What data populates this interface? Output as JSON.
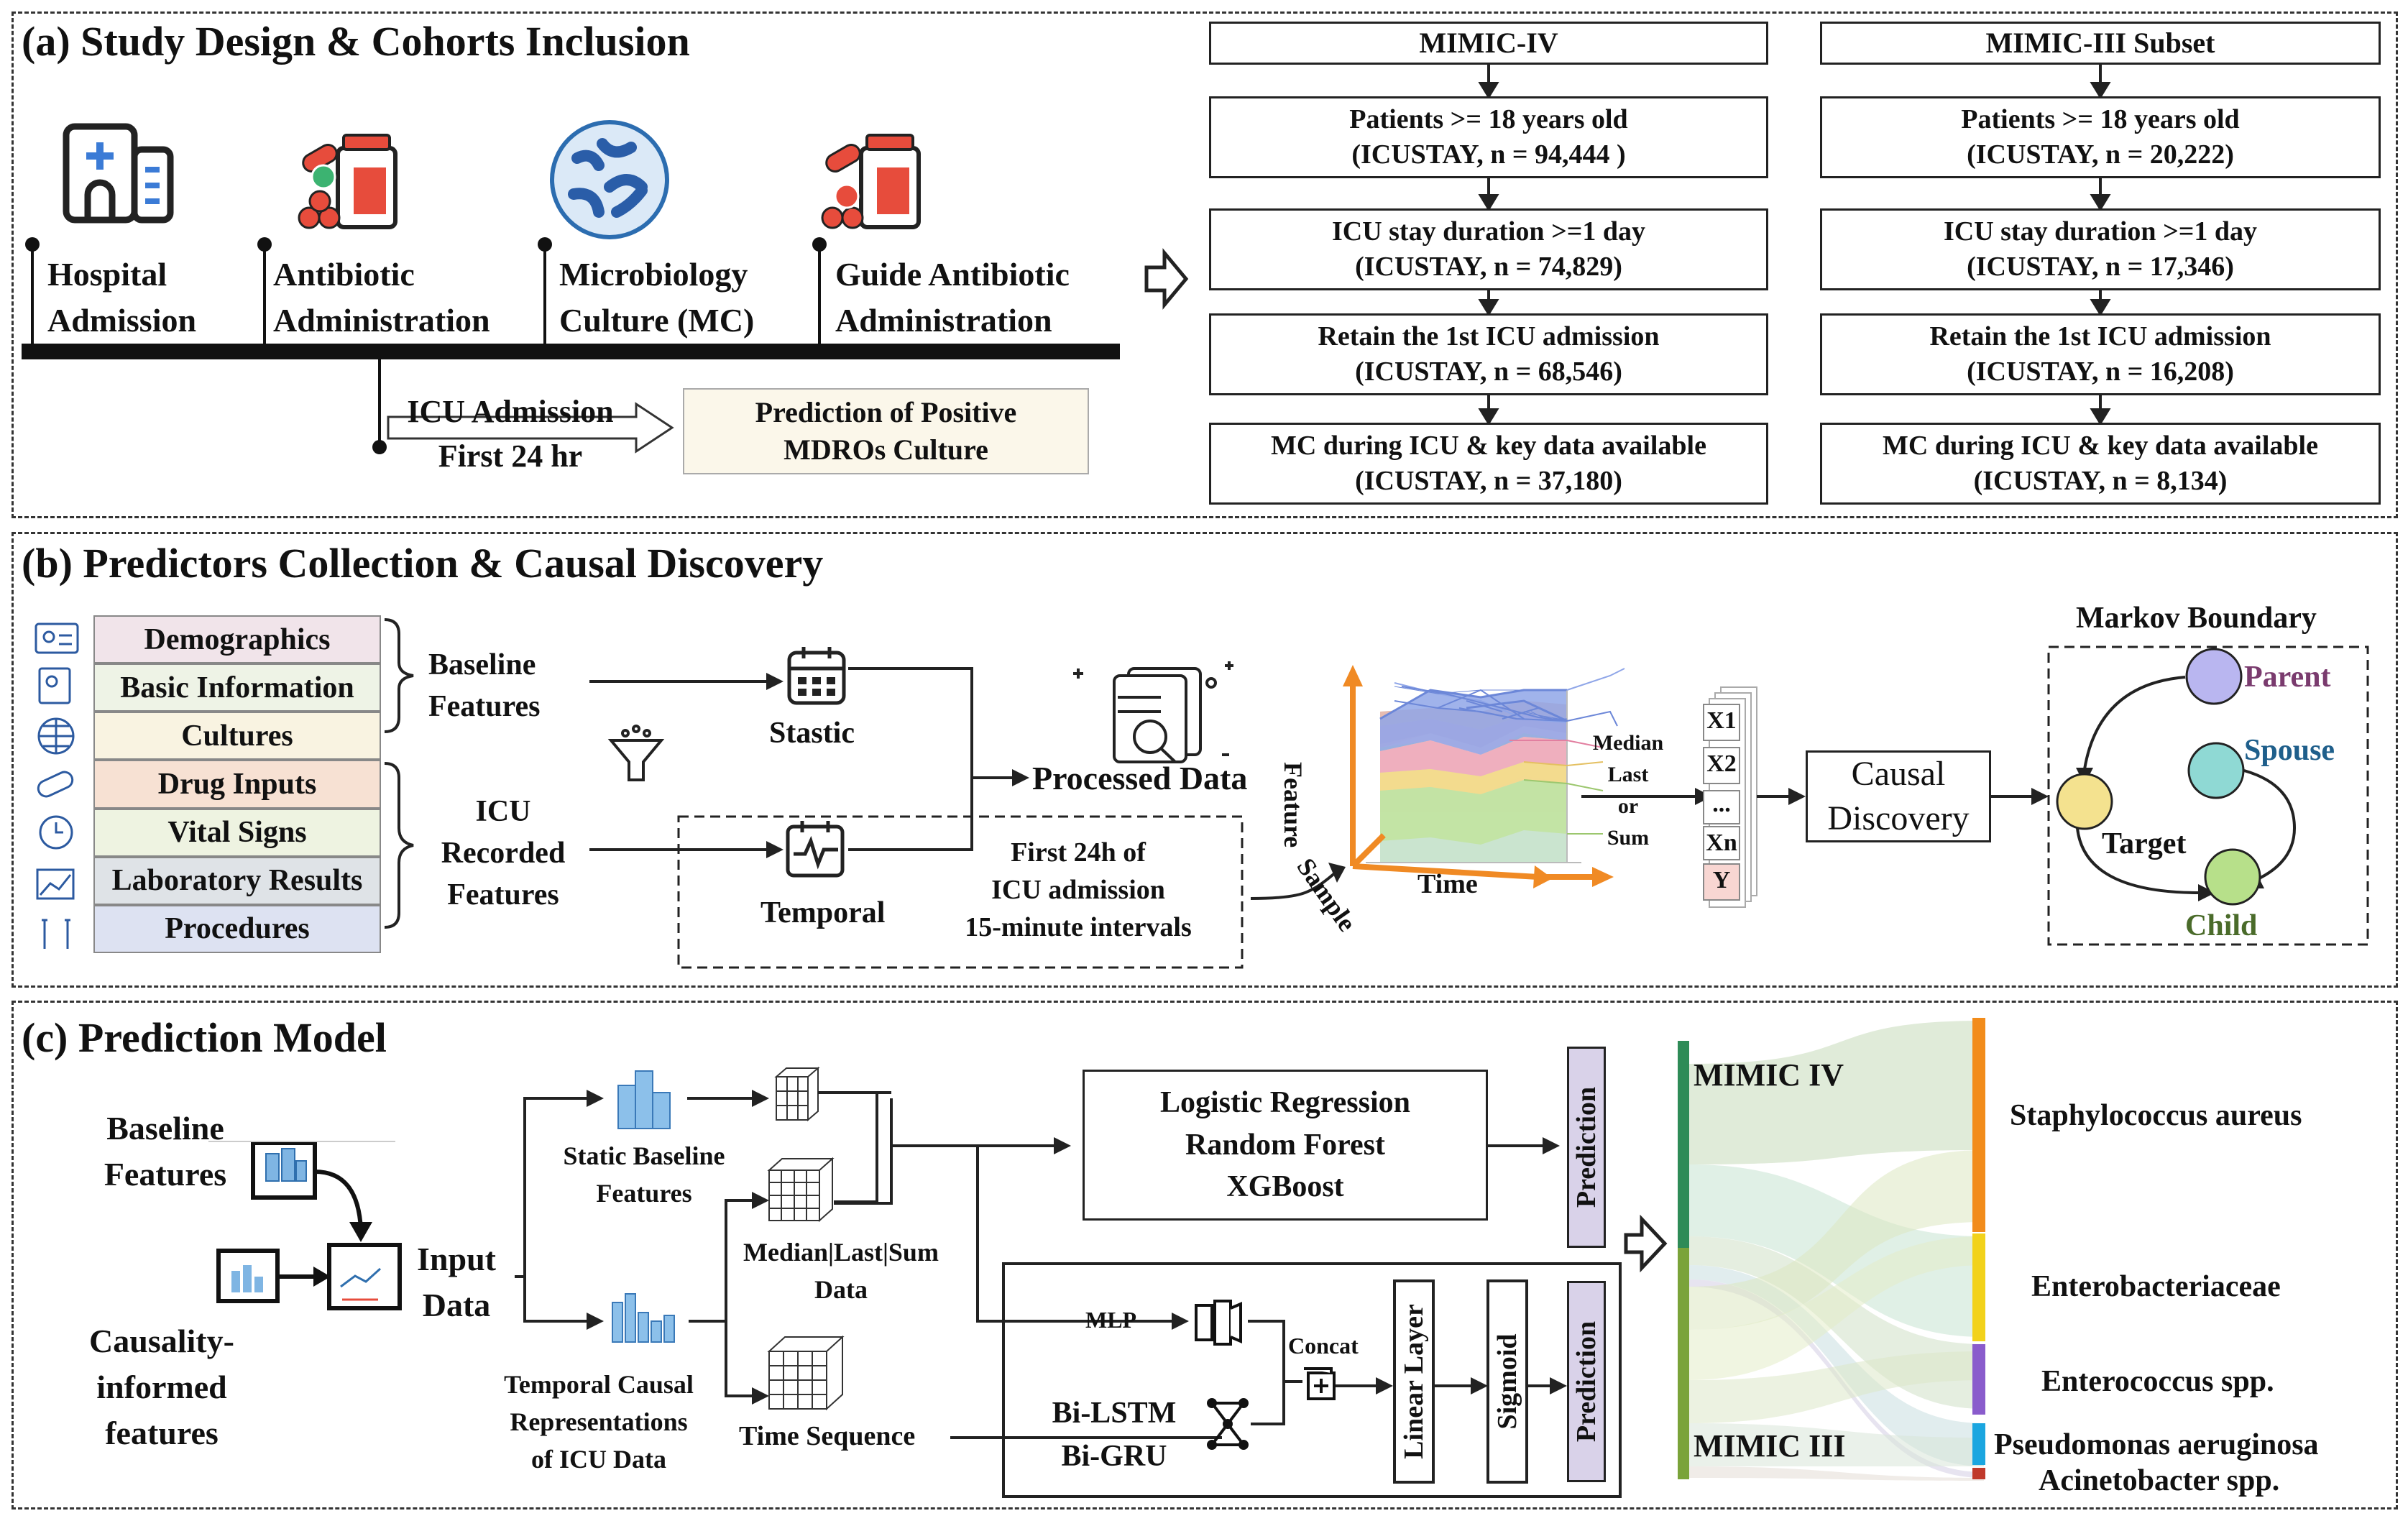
{
  "panel_a": {
    "title": "(a) Study Design & Cohorts Inclusion",
    "timeline": [
      {
        "line1": "Hospital",
        "line2": "Admission"
      },
      {
        "line1": "Antibiotic",
        "line2": "Administration"
      },
      {
        "line1": "Microbiology",
        "line2": "Culture (MC)"
      },
      {
        "line1": "Guide Antibiotic",
        "line2": "Administration"
      }
    ],
    "icu_line1": "ICU Admission",
    "icu_line2": "First 24 hr",
    "prediction_line1": "Prediction of Positive",
    "prediction_line2": "MDROs Culture",
    "cohorts": [
      {
        "name": "MIMIC-IV",
        "steps": [
          {
            "line1": "Patients >= 18 years old",
            "line2": "(ICUSTAY, n = 94,444 )"
          },
          {
            "line1": "ICU stay duration >=1 day",
            "line2": "(ICUSTAY, n = 74,829)"
          },
          {
            "line1": "Retain the 1st ICU admission",
            "line2": "(ICUSTAY, n = 68,546)"
          },
          {
            "line1": "MC during ICU & key data available",
            "line2": "(ICUSTAY, n = 37,180)"
          }
        ]
      },
      {
        "name": "MIMIC-III Subset",
        "steps": [
          {
            "line1": "Patients >= 18 years old",
            "line2": "(ICUSTAY, n = 20,222)"
          },
          {
            "line1": "ICU stay duration >=1 day",
            "line2": "(ICUSTAY, n = 17,346)"
          },
          {
            "line1": "Retain the 1st ICU admission",
            "line2": "(ICUSTAY, n = 16,208)"
          },
          {
            "line1": "MC during ICU & key data available",
            "line2": "(ICUSTAY, n = 8,134)"
          }
        ]
      }
    ]
  },
  "panel_b": {
    "title": "(b) Predictors Collection & Causal Discovery",
    "categories": [
      "Demographics",
      "Basic Information",
      "Cultures",
      "Drug Inputs",
      "Vital Signs",
      "Laboratory Results",
      "Procedures"
    ],
    "category_colors": [
      "#f1e4ea",
      "#eef3e6",
      "#f9f3e1",
      "#f7e1d3",
      "#eef3e1",
      "#dfe3e7",
      "#dde2f2"
    ],
    "baseline_line1": "Baseline",
    "baseline_line2": "Features",
    "icu_line1": "ICU",
    "icu_line2": "Recorded",
    "icu_line3": "Features",
    "static": "Stastic",
    "temporal": "Temporal",
    "processed": "Processed Data",
    "window_line1": "First 24h of",
    "window_line2": "ICU admission",
    "window_line3": "15-minute intervals",
    "axis_feature": "Feature",
    "axis_sample": "Sample",
    "axis_time": "Time",
    "agg_line1": "Median",
    "agg_line2": "Last",
    "agg_line3": "or",
    "agg_line4": "Sum",
    "matrix_labels": [
      "X1",
      "X2",
      "...",
      "Xn",
      "Y"
    ],
    "causal_line1": "Causal",
    "causal_line2": "Discovery",
    "markov_title": "Markov Boundary",
    "parent": "Parent",
    "spouse": "Spouse",
    "target": "Target",
    "child": "Child",
    "colors": {
      "parent_text": "#7a3b6e",
      "spouse_text": "#1f5f8b",
      "child_text": "#4a6b2a",
      "parent_node": "#b9b6f0",
      "spouse_node": "#8fd9d4",
      "target_node": "#f4e28f",
      "child_node": "#b7e08a"
    }
  },
  "panel_c": {
    "title": "(c) Prediction Model",
    "baseline_line1": "Baseline",
    "baseline_line2": "Features",
    "causality_line1": "Causality-",
    "causality_line2": "informed",
    "causality_line3": "features",
    "input_line1": "Input",
    "input_line2": "Data",
    "static_line1": "Static Baseline",
    "static_line2": "Features",
    "temporal_line1": "Temporal Causal",
    "temporal_line2": "Representations",
    "temporal_line3": "of ICU Data",
    "mls_line1": "Median|Last|Sum",
    "mls_line2": "Data",
    "time_seq": "Time Sequence",
    "ml_line1": "Logistic Regression",
    "ml_line2": "Random Forest",
    "ml_line3": "XGBoost",
    "prediction": "Prediction",
    "mlp": "MLP",
    "rnn_line1": "Bi-LSTM",
    "rnn_line2": "Bi-GRU",
    "concat": "Concat",
    "linear": "Linear Layer",
    "sigmoid": "Sigmoid",
    "sankey_left": [
      "MIMIC IV",
      "MIMIC III"
    ],
    "sankey_right": [
      "Staphylococcus aureus",
      "Enterobacteriaceae",
      "Enterococcus spp.",
      "Pseudomonas aeruginosa",
      "Acinetobacter spp."
    ],
    "sankey_colors": {
      "mimic_iv": "#2e8b57",
      "mimic_iii": "#7aa33a",
      "staph": "#f28c1b",
      "entero": "#f2d21b",
      "enterococcus": "#8a5ccc",
      "pseudo": "#1ba6e0",
      "acineto": "#c0392b"
    }
  }
}
